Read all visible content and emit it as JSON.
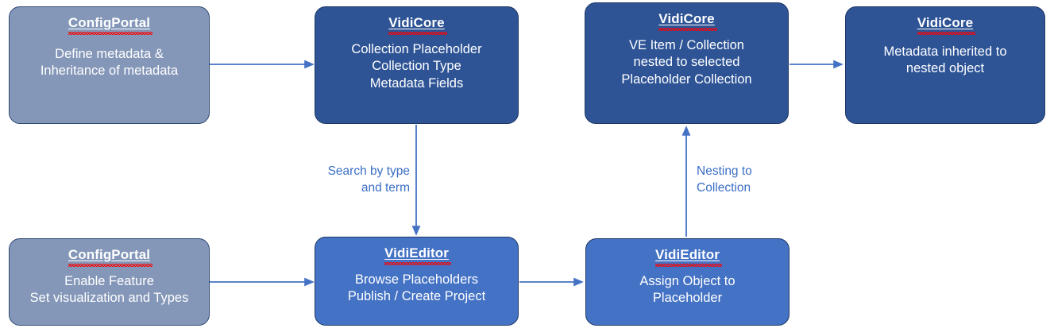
{
  "diagram": {
    "nodes": [
      {
        "id": "config-portal-metadata",
        "title": "ConfigPortal",
        "body": "Define metadata &\nInheritance of metadata",
        "style": "gray",
        "color": "#8497B8"
      },
      {
        "id": "vidicore-collection-placeholder",
        "title": "VidiCore",
        "body": "Collection Placeholder\nCollection Type\nMetadata Fields",
        "style": "dark",
        "color": "#2E5496"
      },
      {
        "id": "vidicore-ve-item-nested",
        "title": "VidiCore",
        "body": "VE Item / Collection\nnested to selected\nPlaceholder Collection",
        "style": "dark",
        "color": "#2E5496"
      },
      {
        "id": "vidicore-metadata-inherited",
        "title": "VidiCore",
        "body": "Metadata inherited to\nnested object",
        "style": "dark",
        "color": "#2E5496"
      },
      {
        "id": "config-portal-enable-feature",
        "title": "ConfigPortal",
        "body": "Enable Feature\nSet visualization and Types",
        "style": "gray",
        "color": "#8497B8"
      },
      {
        "id": "videditor-browse-placeholders",
        "title": "VidiEditor",
        "body": "Browse Placeholders\nPublish / Create Project",
        "style": "medium",
        "color": "#4472C4"
      },
      {
        "id": "videditor-assign-object",
        "title": "VidiEditor",
        "body": "Assign Object to\nPlaceholder",
        "style": "medium",
        "color": "#4472C4"
      }
    ],
    "edge_labels": [
      {
        "id": "search-by-type-and-term",
        "text": "Search by type\nand term"
      },
      {
        "id": "nesting-to-collection",
        "text": "Nesting to\nCollection"
      }
    ],
    "arrow_color": "#4472C4"
  }
}
